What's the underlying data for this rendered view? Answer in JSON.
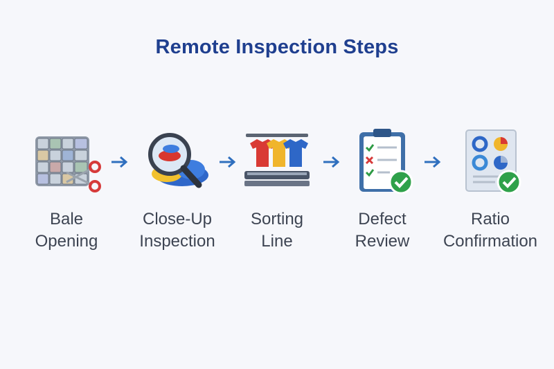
{
  "title": "Remote Inspection Steps",
  "accent_color": "#1f3f8f",
  "arrow_color": "#2f6fbe",
  "steps": [
    {
      "icon": "bale-with-scissors-icon",
      "line1": "Bale",
      "line2": "Opening"
    },
    {
      "icon": "magnifier-over-clothes-icon",
      "line1": "Close-Up",
      "line2": "Inspection"
    },
    {
      "icon": "garment-rack-conveyor-icon",
      "line1": "Sorting",
      "line2": "Line"
    },
    {
      "icon": "clipboard-checklist-icon",
      "line1": "Defect",
      "line2": "Review"
    },
    {
      "icon": "pie-chart-report-check-icon",
      "line1": "Ratio",
      "line2": "Confirmation"
    }
  ]
}
